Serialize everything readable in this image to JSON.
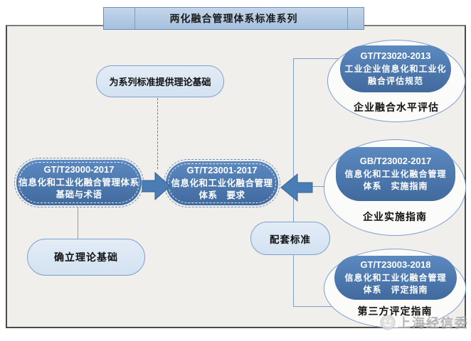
{
  "banner": {
    "title": "两化融合管理体系标准系列"
  },
  "left_flow": {
    "theory_note": "为系列标准提供理论基础",
    "foundation": {
      "code": "GT/T23000-2017",
      "name1": "信息化和工业化融合管理体系",
      "name2": "基础与术语"
    },
    "requirements": {
      "code": "GT/T23001-2017",
      "name1": "信息化和工业化融合管理",
      "name2": "体系　要求"
    },
    "establish": "确立理论基础"
  },
  "supporting": {
    "label": "配套标准"
  },
  "right_groups": [
    {
      "code": "GT/T23020-2013",
      "name1": "工业企业信息化和工业化",
      "name2": "融合评估规范",
      "caption": "企业融合水平评估"
    },
    {
      "code": "GB/T23002-2017",
      "name1": "信息化和工业化融合管理",
      "name2": "体系　实施指南",
      "caption": "企业实施指南"
    },
    {
      "code": "GT/T23003-2018",
      "name1": "信息化和工业化融合管理",
      "name2": "体系　评定指南",
      "caption": "第三方评定指南"
    }
  ],
  "watermark": {
    "text": "上海经信委"
  },
  "colors": {
    "dark_node": "#4a7cb5",
    "light_node": "#dce8f4",
    "node_border": "#7da0cc",
    "connector": "#7d9fc9",
    "banner_fill": "#b6cbe4",
    "frame_bg": "#f0efec"
  }
}
